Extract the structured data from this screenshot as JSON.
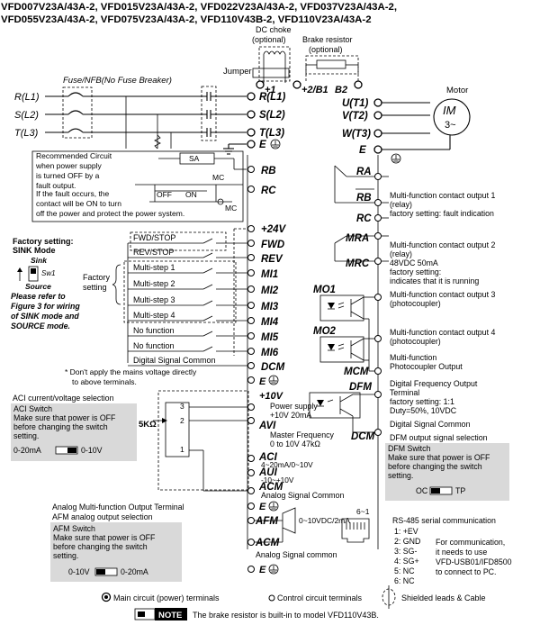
{
  "header": {
    "line1": "VFD007V23A/43A-2, VFD015V23A/43A-2, VFD022V23A/43A-2, VFD037V23A/43A-2,",
    "line2": "VFD055V23A/43A-2, VFD075V23A/43A-2, VFD110V43B-2, VFD110V23A/43A-2"
  },
  "top": {
    "dc_choke_1": "DC choke",
    "dc_choke_2": "(optional)",
    "brake_resistor_1": "Brake resistor",
    "brake_resistor_2": "(optional)",
    "jumper": "Jumper"
  },
  "power_in": {
    "fuse_label": "Fuse/NFB(No Fuse Breaker)",
    "r_in": "R(L1)",
    "s_in": "S(L2)",
    "t_in": "T(L3)"
  },
  "main_terms": {
    "plus1": "+1",
    "plus2b1": "+2/B1",
    "b2": "B2",
    "r": "R(L1)",
    "s": "S(L2)",
    "t": "T(L3)",
    "e_left": "E",
    "u": "U(T1)",
    "v": "V(T2)",
    "w": "W(T3)",
    "e_right": "E"
  },
  "motor": {
    "label": "Motor",
    "symbol_1": "IM",
    "symbol_2": "3~"
  },
  "recommend": {
    "lines": [
      "Recommended Circuit",
      "when power supply",
      "is turned OFF by a",
      "fault output.",
      "If the fault occurs, the",
      "contact will be ON to turn",
      "off the power and protect the power system."
    ],
    "sa": "SA",
    "mc1": "MC",
    "mc2": "MC",
    "off": "OFF",
    "on": "ON",
    "rb": "RB",
    "rc": "RC"
  },
  "sink": {
    "title": "Factory setting:",
    "mode": "SINK Mode",
    "sink_label": "Sink",
    "sw1": "Sw1",
    "source_label": "Source",
    "note_lines": [
      "Please refer to",
      "Figure 3 for wiring",
      "of SINK mode and",
      "SOURCE mode."
    ]
  },
  "factory_setting": {
    "line1": "Factory",
    "line2": "setting"
  },
  "inputs": [
    {
      "label": "FWD/STOP",
      "terminal": "FWD"
    },
    {
      "label": "REV/STOP",
      "terminal": "REV"
    },
    {
      "label": "Multi-step 1",
      "terminal": "MI1"
    },
    {
      "label": "Multi-step 2",
      "terminal": "MI2"
    },
    {
      "label": "Multi-step 3",
      "terminal": "MI3"
    },
    {
      "label": "Multi-step 4",
      "terminal": "MI4"
    },
    {
      "label": "No function",
      "terminal": "MI5"
    },
    {
      "label": "No function",
      "terminal": "MI6"
    }
  ],
  "plus24": "+24V",
  "dcm": {
    "label": "Digital Signal Common",
    "terminal": "DCM"
  },
  "mains_warning": {
    "line1": "* Don't apply the mains voltage directly",
    "line2": "to above terminals."
  },
  "aci_switch": {
    "caption": "ACI current/voltage selection",
    "title": "ACI Switch",
    "lines": [
      "Make sure that power is OFF",
      "before changing the switch",
      "setting."
    ],
    "opt_left": "0-20mA",
    "opt_right": "0-10V"
  },
  "analog_in": {
    "pot_label": "5KΩ",
    "pin3": "3",
    "pin2": "2",
    "pin1": "1",
    "plus10v": "+10V",
    "power_supply_1": "Power supply",
    "power_supply_2": "+10V 20mA",
    "avi": "AVI",
    "master_freq_1": "Master Frequency",
    "master_freq_2": "0 to 10V 47kΩ",
    "aci": "ACI",
    "aci_range": "4~20mA/0~10V",
    "aui": "AUI",
    "aui_range": "-10~+10V",
    "acm": "ACM",
    "acm_label": "Analog Signal Common"
  },
  "afm_switch": {
    "caption_1": "Analog Multi-function Output Terminal",
    "caption_2": "AFM analog output selection",
    "title": "AFM Switch",
    "lines": [
      "Make sure that power is OFF",
      "before changing the switch",
      "setting."
    ],
    "opt_left": "0-10V",
    "opt_right": "0-20mA"
  },
  "analog_out": {
    "afm": "AFM",
    "afm_range": "0~10VDC/2mA",
    "acm": "ACM",
    "acm_label": "Analog Signal common"
  },
  "relays": {
    "ra": "RA",
    "rb": "RB",
    "rc": "RC",
    "rb_desc": [
      "Multi-function contact output 1",
      "(relay)",
      "factory setting: fault indication"
    ],
    "mra": "MRA",
    "mrc": "MRC",
    "mr_desc": [
      "Multi-function contact output 2",
      "(relay)",
      "48VDC 50mA",
      "factory setting:",
      "indicates that it is running"
    ]
  },
  "photo": {
    "mo1": "MO1",
    "mo2": "MO2",
    "mcm": "MCM",
    "mo1_desc": [
      "Multi-function contact output 3",
      "(photocoupler)"
    ],
    "mo2_desc": [
      "Multi-function contact output 4",
      "(photocoupler)"
    ],
    "mcm_desc": [
      "Multi-function",
      "Photocoupler Output"
    ]
  },
  "dfm": {
    "terminal": "DFM",
    "dcm": "DCM",
    "desc": [
      "Digital Frequency Output",
      "Terminal",
      "factory setting: 1:1",
      "Duty=50%, 10VDC"
    ],
    "common": "Digital Signal Common",
    "sel_caption": "DFM output signal selection",
    "sw_title": "DFM Switch",
    "sw_lines": [
      "Make sure that power is OFF",
      "before changing the switch",
      "setting."
    ],
    "opt_left": "OC",
    "opt_right": "TP"
  },
  "rs485": {
    "title": "RS-485 serial communication",
    "connector": "6~1",
    "pins": [
      "1: +EV",
      "2: GND",
      "3: SG-",
      "4: SG+",
      "5: NC",
      "6: NC"
    ],
    "note": [
      "For communication,",
      "it needs to use",
      "VFD-USB01/IFD8500",
      "to connect to PC."
    ]
  },
  "legend": {
    "main": "Main circuit (power) terminals",
    "control": "Control circuit terminals",
    "shield": "Shielded leads & Cable"
  },
  "note": {
    "badge": "NOTE",
    "text": "The brake resistor is built-in to model VFD110V43B."
  }
}
